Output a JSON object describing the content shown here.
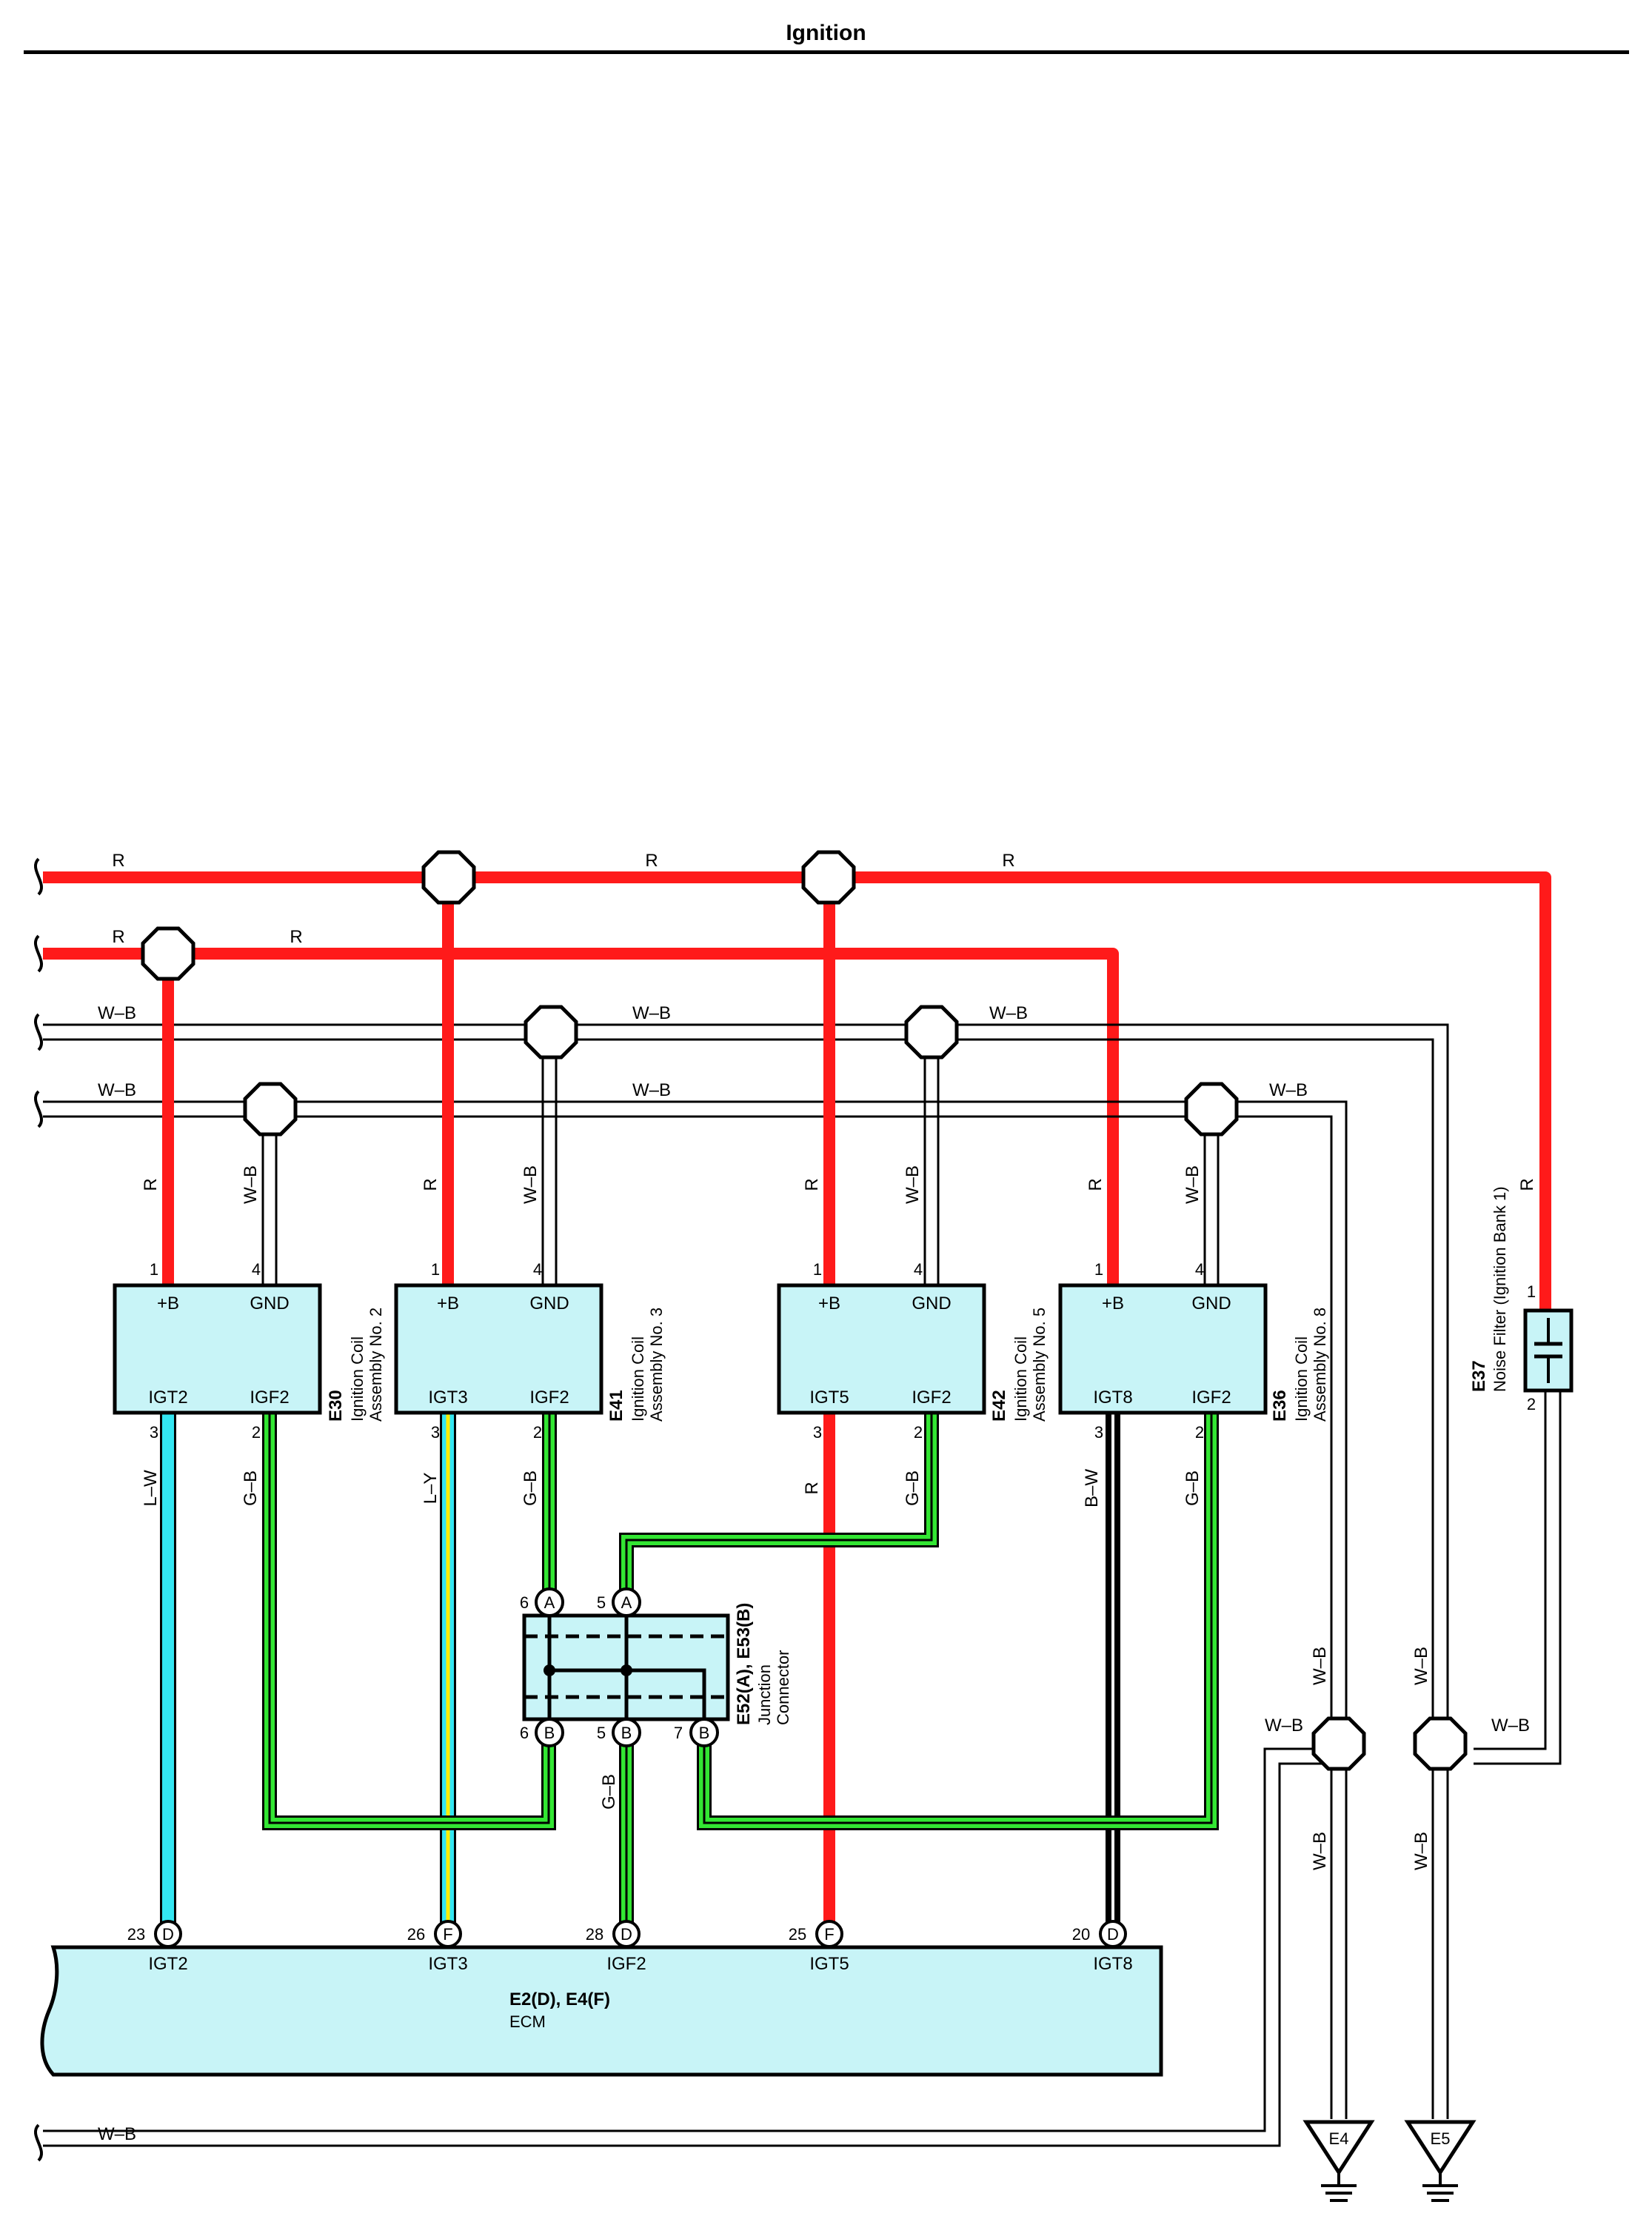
{
  "header": {
    "title": "Ignition"
  },
  "wire_labels": {
    "R": "R",
    "WB": "W–B",
    "LW": "L–W",
    "LY": "L–Y",
    "GB": "G–B",
    "BW": "B–W"
  },
  "colors": {
    "red": "#ff1a1a",
    "cyan": "#33e6f2",
    "green": "#33e633",
    "yellow": "#ffee00",
    "component_fill": "#c8f4f7"
  },
  "coils": [
    {
      "id": "E30",
      "name_line1": "Ignition Coil",
      "name_line2": "Assembly No. 2",
      "t_b": "+B",
      "t_gnd": "GND",
      "t_igt": "IGT2",
      "t_igf": "IGF2",
      "pin_b": "1",
      "pin_gnd": "4",
      "pin_igt": "3",
      "pin_igf": "2"
    },
    {
      "id": "E41",
      "name_line1": "Ignition Coil",
      "name_line2": "Assembly No. 3",
      "t_b": "+B",
      "t_gnd": "GND",
      "t_igt": "IGT3",
      "t_igf": "IGF2",
      "pin_b": "1",
      "pin_gnd": "4",
      "pin_igt": "3",
      "pin_igf": "2"
    },
    {
      "id": "E42",
      "name_line1": "Ignition Coil",
      "name_line2": "Assembly No. 5",
      "t_b": "+B",
      "t_gnd": "GND",
      "t_igt": "IGT5",
      "t_igf": "IGF2",
      "pin_b": "1",
      "pin_gnd": "4",
      "pin_igt": "3",
      "pin_igf": "2"
    },
    {
      "id": "E36",
      "name_line1": "Ignition Coil",
      "name_line2": "Assembly No. 8",
      "t_b": "+B",
      "t_gnd": "GND",
      "t_igt": "IGT8",
      "t_igf": "IGF2",
      "pin_b": "1",
      "pin_gnd": "4",
      "pin_igt": "3",
      "pin_igf": "2"
    }
  ],
  "junction": {
    "id": "E52(A), E53(B)",
    "name_line1": "Junction",
    "name_line2": "Connector",
    "top_pins": [
      {
        "num": "6",
        "code": "A"
      },
      {
        "num": "5",
        "code": "A"
      }
    ],
    "bottom_pins": [
      {
        "num": "6",
        "code": "B"
      },
      {
        "num": "5",
        "code": "B"
      },
      {
        "num": "7",
        "code": "B"
      }
    ]
  },
  "noise_filter": {
    "id": "E37",
    "name": "Noise Filter (Ignition Bank 1)",
    "pin_top": "1",
    "pin_bottom": "2"
  },
  "ecm": {
    "id": "E2(D), E4(F)",
    "name": "ECM",
    "pins": [
      {
        "num": "23",
        "code": "D",
        "terminal": "IGT2"
      },
      {
        "num": "26",
        "code": "F",
        "terminal": "IGT3"
      },
      {
        "num": "28",
        "code": "D",
        "terminal": "IGF2"
      },
      {
        "num": "25",
        "code": "F",
        "terminal": "IGT5"
      },
      {
        "num": "20",
        "code": "D",
        "terminal": "IGT8"
      }
    ]
  },
  "grounds": [
    {
      "label": "E4"
    },
    {
      "label": "E5"
    }
  ]
}
